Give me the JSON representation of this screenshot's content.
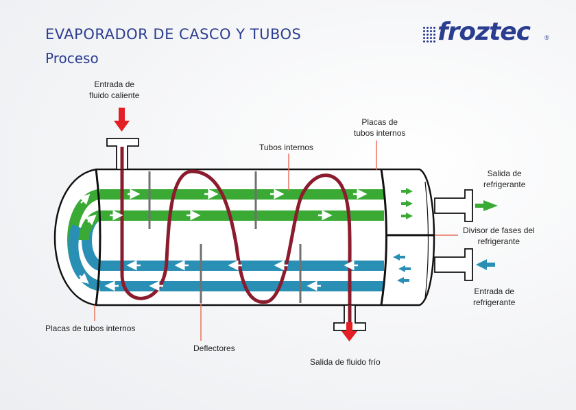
{
  "header": {
    "title": "EVAPORADOR  DE CASCO Y TUBOS",
    "subtitle": "Proceso"
  },
  "logo": {
    "text": "froztec",
    "registered": "®"
  },
  "labels": {
    "hot_inlet_line1": "Entrada de",
    "hot_inlet_line2": "fluido caliente",
    "tube_sheet_top_line1": "Placas de",
    "tube_sheet_top_line2": "tubos internos",
    "internal_tubes": "Tubos internos",
    "refrigerant_out_line1": "Salida de",
    "refrigerant_out_line2": "refrigerante",
    "phase_divider_line1": "Divisor de fases del",
    "phase_divider_line2": "refrigerante",
    "refrigerant_in_line1": "Entrada de",
    "refrigerant_in_line2": "refrigerante",
    "tube_sheet_bottom": "Placas de tubos internos",
    "baffles": "Deflectores",
    "cold_outlet": "Salida de fluido frío"
  },
  "colors": {
    "title": "#2b3d8f",
    "hot_fluid": "#e31e24",
    "coil": "#8b1c2e",
    "outgoing_tubes": "#3aaa35",
    "incoming_tubes": "#2a8fb5",
    "baffles": "#707070",
    "leader_lines": "#e8735a",
    "outline": "#111111"
  }
}
